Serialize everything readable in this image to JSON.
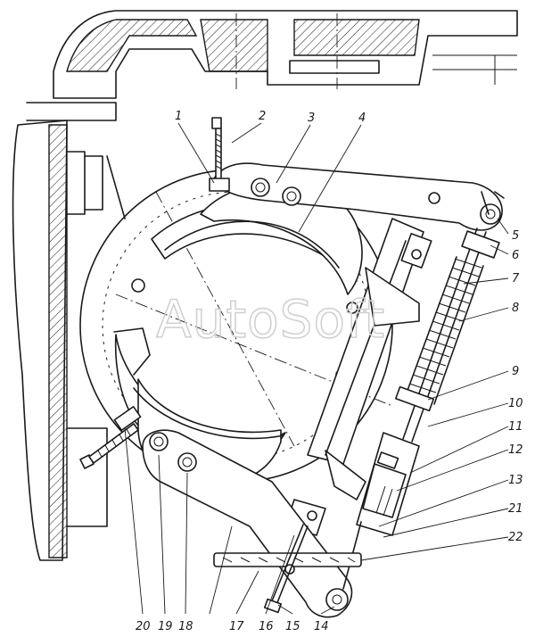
{
  "watermark": {
    "text": "AutoSoft"
  },
  "callouts": {
    "c1": "1",
    "c2": "2",
    "c3": "3",
    "c4": "4",
    "c5": "5",
    "c6": "6",
    "c7": "7",
    "c8": "8",
    "c9": "9",
    "c10": "10",
    "c11": "11",
    "c12": "12",
    "c13": "13",
    "c14": "14",
    "c15": "15",
    "c16": "16",
    "c17": "17",
    "c18": "18",
    "c19": "19",
    "c20": "20",
    "c21": "21",
    "c22": "22"
  },
  "colors": {
    "line": "#1a1a1a",
    "background": "#ffffff",
    "watermark": "#cfcfcf"
  }
}
